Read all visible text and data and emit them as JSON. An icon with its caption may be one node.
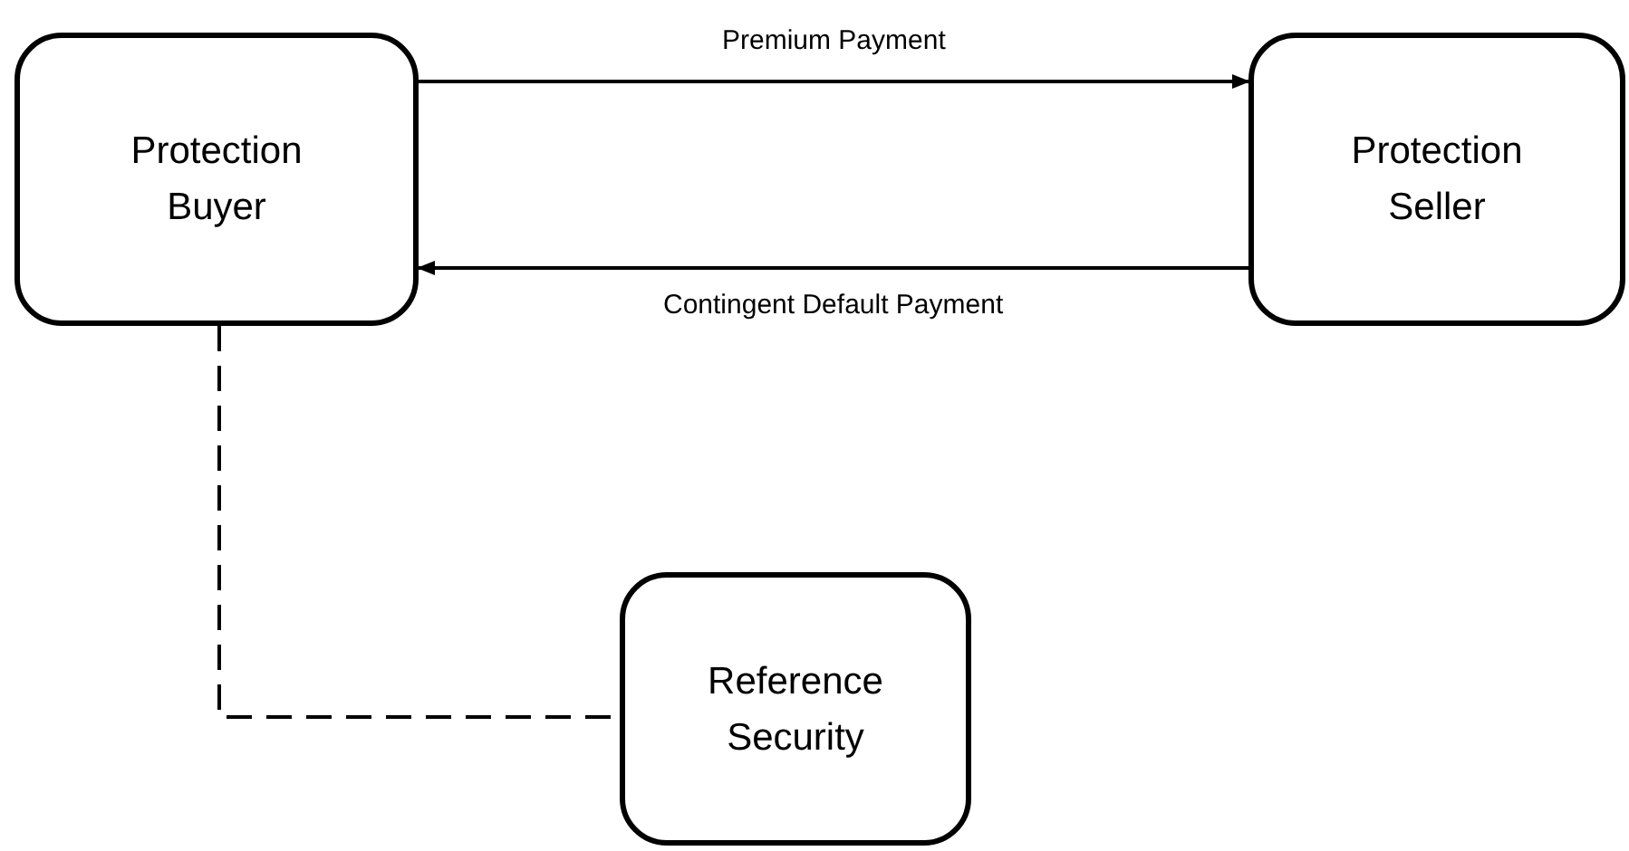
{
  "diagram": {
    "nodes": [
      {
        "text": [
          "Protection Buyer"
        ]
      },
      {
        "text": [
          "Protection Seller"
        ]
      },
      {
        "text": [
          "Reference Security"
        ]
      }
    ],
    "edges": [
      {
        "from": 0,
        "to": 1,
        "arrow": "to",
        "label": "Premium Payment"
      },
      {
        "from": 1,
        "to": 0,
        "arrow": "to",
        "label": "Contingent Default Payment"
      },
      {
        "from": 0,
        "to": 2,
        "arrow": "none",
        "style": "dashed"
      }
    ]
  }
}
